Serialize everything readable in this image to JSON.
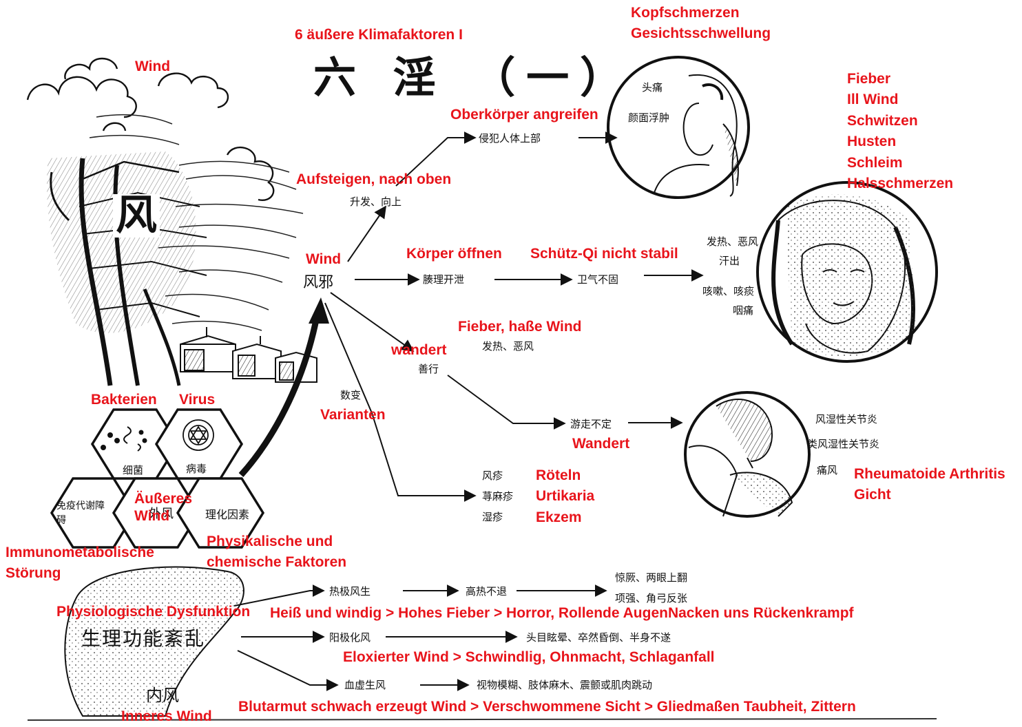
{
  "title": {
    "de": "6 äußere Klimafaktoren I",
    "cn": "六 淫 （一）"
  },
  "wind_scene": {
    "de_label": "Wind",
    "big_char": "风"
  },
  "center": {
    "de": "Wind",
    "cn": "风邪"
  },
  "branches": {
    "upper": {
      "cn": "侵犯人体上部",
      "de": "Oberkörper angreifen"
    },
    "rise": {
      "cn": "升发、向上",
      "de": "Aufsteigen, nach oben"
    },
    "pores": {
      "cn": "腠理开泄",
      "de": "Körper öffnen"
    },
    "weiqi": {
      "cn": "卫气不固",
      "de": "Schütz-Qi nicht stabil"
    },
    "fever": {
      "cn": "发热、恶风",
      "de": "Fieber, haße Wind"
    },
    "wander": {
      "cn": "善行",
      "de": "wandert"
    },
    "variants": {
      "cn": "数变",
      "de": "Varianten"
    },
    "migrate": {
      "cn": "游走不定",
      "de": "Wandert"
    }
  },
  "head_circle": {
    "cn1": "头痛",
    "cn2": "颜面浮肿",
    "de": [
      "Kopfschmerzen",
      "Gesichtsschwellung"
    ]
  },
  "cold_circle": {
    "cn": [
      "发热、恶风",
      "汗出",
      "咳嗽、咳痰",
      "咽痛"
    ],
    "de": [
      "Fieber",
      "Ill Wind",
      "Schwitzen",
      "Husten",
      "Schleim",
      "Halsschmerzen"
    ]
  },
  "joint_circle": {
    "cn": [
      "风湿性关节炎",
      "类风湿性关节炎",
      "痛风"
    ],
    "de": [
      "Rheumatoide Arthritis",
      "Gicht"
    ]
  },
  "skin": {
    "cn": [
      "风疹",
      "荨麻疹",
      "湿疹"
    ],
    "de": [
      "Röteln",
      "Urtikaria",
      "Ekzem"
    ]
  },
  "hexagons": {
    "bacteria": {
      "cn": "细菌",
      "de": "Bakterien"
    },
    "virus": {
      "cn": "病毒",
      "de": "Virus"
    },
    "external": {
      "cn": "外风",
      "de": "Äußeres Wind"
    },
    "immune": {
      "cn": "免疫代谢障碍",
      "de": "Immunometabolische Störung"
    },
    "physchem": {
      "cn": "理化因素",
      "de": "Physikalische und chemische Faktoren"
    }
  },
  "internal": {
    "source_cn": "生理功能紊乱",
    "source_de": "Physiologische Dysfunktion",
    "inner_cn": "内风",
    "inner_de": "Inneres Wind",
    "rows": [
      {
        "cn_a": "热极风生",
        "cn_b": "高热不退",
        "cn_c1": "惊厥、两眼上翻",
        "cn_c2": "项强、角弓反张",
        "de": "Heiß und windig > Hohes Fieber > Horror, Rollende AugenNacken uns Rückenkrampf"
      },
      {
        "cn_a": "阳极化风",
        "cn_b": "头目眩晕、卒然昏倒、半身不遂",
        "de": "Eloxierter Wind > Schwindlig, Ohnmacht, Schlaganfall"
      },
      {
        "cn_a": "血虚生风",
        "cn_b": "视物模糊、肢体麻木、震颤或肌肉跳动",
        "de": "Blutarmut schwach erzeugt Wind > Verschwommene Sicht > Gliedmaßen Taubheit, Zittern"
      }
    ]
  }
}
